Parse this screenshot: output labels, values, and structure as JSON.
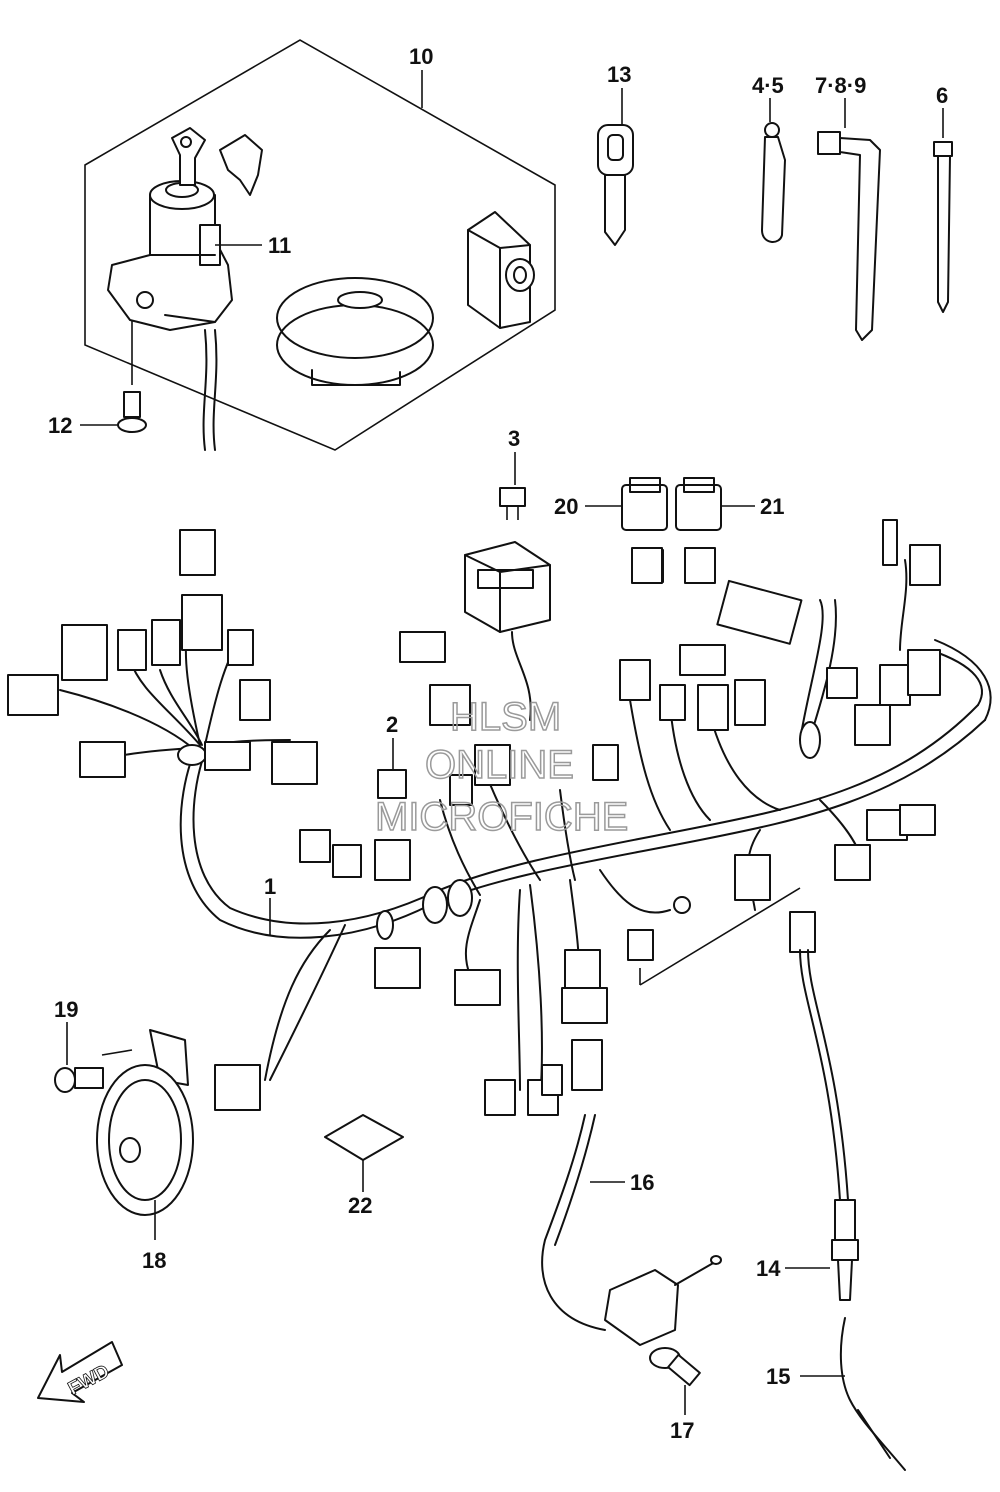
{
  "callouts": {
    "c1": "1",
    "c2": "2",
    "c3": "3",
    "c45": "4·5",
    "c6": "6",
    "c789": "7·8·9",
    "c10": "10",
    "c11": "11",
    "c12": "12",
    "c13": "13",
    "c14": "14",
    "c15": "15",
    "c16": "16",
    "c17": "17",
    "c18": "18",
    "c19": "19",
    "c20": "20",
    "c21": "21",
    "c22": "22"
  },
  "watermark": {
    "line1": "HLSM",
    "line2": "ONLINE",
    "line3": "MICROFICHE"
  },
  "direction_arrow": {
    "label": "FWD",
    "icon": "fwd-arrow-icon"
  }
}
